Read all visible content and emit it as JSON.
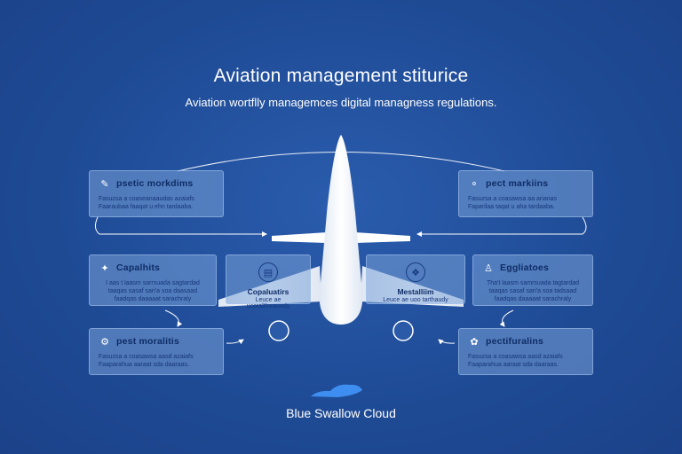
{
  "header": {
    "title": "Aviation management stiturice",
    "subtitle": "Aviation wortflly managemces digital managness regulations."
  },
  "cards": [
    {
      "id": "top-left",
      "icon": "pen-icon",
      "title": "psetic morkdims",
      "lines": [
        "Fasuzsa a coaseanaaudas azaiafs",
        "Faaraubaa faaqat u ehn tardaaba."
      ]
    },
    {
      "id": "top-right",
      "icon": "chat-bubble-icon",
      "title": "pect markiins",
      "lines": [
        "Fasuzsa a coasawsa aa arianas",
        "Faparilaa taqat u aha tardaaba."
      ]
    },
    {
      "id": "mid-left",
      "icon": "bird-icon",
      "title": "Capalhits",
      "lines": [
        "I aas t laasm sarrsuada sagtardad",
        "taaqas sasaf sari'a soa daasaad",
        "faadqas daaaaat sarachraly"
      ]
    },
    {
      "id": "mid-right",
      "icon": "person-icon",
      "title": "Eggliatoes",
      "lines": [
        "Tha't laasm samrsuada tagtardad",
        "taaqas sasaf sari'a soa tadsaad",
        "faadqas daaaaat sarachraly"
      ]
    },
    {
      "id": "bottom-left",
      "icon": "gears-icon",
      "title": "pest moralitis",
      "lines": [
        "Fasuzsa a coasawsa aasd azaiafs",
        "Faaparahua aaraat sda daaraas."
      ]
    },
    {
      "id": "bottom-right",
      "icon": "badge-icon",
      "title": "pectifuralins",
      "lines": [
        "Fasuzsa a coasawsa aasd azaiafs",
        "Faaparahua aaraat sda daaraas."
      ]
    }
  ],
  "center_cards": [
    {
      "id": "center-left",
      "icon": "chart-icon",
      "title": "Copaluatirs",
      "sub": "Leuce ae ucoralthwasady"
    },
    {
      "id": "center-right",
      "icon": "compass-icon",
      "title": "Mestalliim",
      "sub": "Leuce ae uoo tarthaudy"
    }
  ],
  "brand": {
    "name": "Blue Swallow Cloud"
  },
  "colors": {
    "background": "#1e4a94",
    "card": "#7aa0d7",
    "card_text": "#0f2d66",
    "accent": "#3d8ef0",
    "plane": "#ffffff"
  }
}
